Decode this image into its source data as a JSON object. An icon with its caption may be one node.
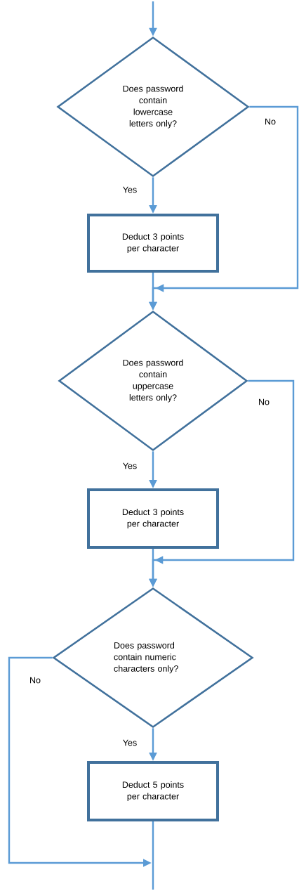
{
  "diagram": {
    "nodes": [
      {
        "text": [
          "Does password contain lowercase letters only?"
        ]
      },
      {
        "text": [
          "Deduct 3 points per character"
        ]
      },
      {
        "text": [
          "Does password contain uppercase letters only?"
        ]
      },
      {
        "text": [
          "Deduct 3 points per character"
        ]
      },
      {
        "text": [
          "Does password contain numeric characters only?"
        ]
      },
      {
        "text": [
          "Deduct 5 points per character"
        ]
      }
    ],
    "edges": [
      {
        "from": null,
        "to": 0,
        "arrow": "to"
      },
      {
        "from": 0,
        "to": 1,
        "arrow": "to",
        "label": "Yes"
      },
      {
        "from": 0,
        "to": 2,
        "arrow": "to",
        "label": "No"
      },
      {
        "from": 1,
        "to": 2,
        "arrow": "to"
      },
      {
        "from": 2,
        "to": 3,
        "arrow": "to",
        "label": "Yes"
      },
      {
        "from": 2,
        "to": 4,
        "arrow": "to",
        "label": "No"
      },
      {
        "from": 3,
        "to": 4,
        "arrow": "to"
      },
      {
        "from": 4,
        "to": 5,
        "arrow": "to",
        "label": "Yes"
      },
      {
        "from": 4,
        "to": null,
        "arrow": "to",
        "label": "No"
      },
      {
        "from": 5,
        "to": null,
        "arrow": "none"
      }
    ]
  }
}
